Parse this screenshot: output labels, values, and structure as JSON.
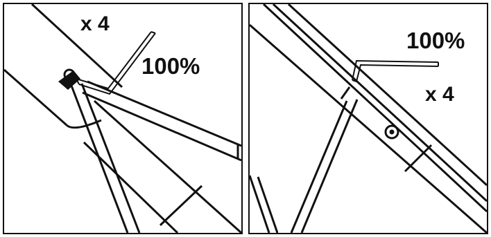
{
  "panels": [
    {
      "id": "left",
      "quantity_label": "x 4",
      "torque_label": "100%",
      "icons": [
        "allen-key-icon",
        "bolt-icon"
      ]
    },
    {
      "id": "right",
      "quantity_label": "x 4",
      "torque_label": "100%",
      "icons": [
        "allen-key-icon",
        "bolt-head-icon"
      ]
    }
  ],
  "colors": {
    "ink": "#111111",
    "paper": "#ffffff"
  }
}
